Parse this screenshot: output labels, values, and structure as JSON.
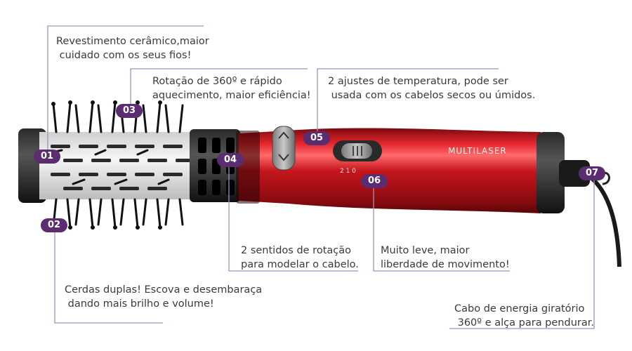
{
  "brand": "MULTILASER",
  "switch_marks": "2 1 0",
  "colors": {
    "badge": "#5b2c6f",
    "callout_line": "#a78fba",
    "body_red": "#c4161c",
    "text": "#3a3a3a"
  },
  "features": [
    {
      "badge": "01",
      "text": "Revestimento cerâmico,maior\n cuidado com os seus fios!"
    },
    {
      "badge": "02",
      "text": "Cerdas duplas! Escova e desembaraça\n dando mais brilho e volume!"
    },
    {
      "badge": "03",
      "text": "Rotação de 360º e rápido\naquecimento, maior eficiência!"
    },
    {
      "badge": "04",
      "text": "2 sentidos de rotação\npara modelar o cabelo."
    },
    {
      "badge": "05",
      "text": "2 ajustes de temperatura, pode ser\n usada com os cabelos secos ou úmidos."
    },
    {
      "badge": "06",
      "text": "Muito leve, maior\nliberdade de movimento!"
    },
    {
      "badge": "07",
      "text": "Cabo de energia giratório\n 360º e alça para pendurar."
    }
  ]
}
